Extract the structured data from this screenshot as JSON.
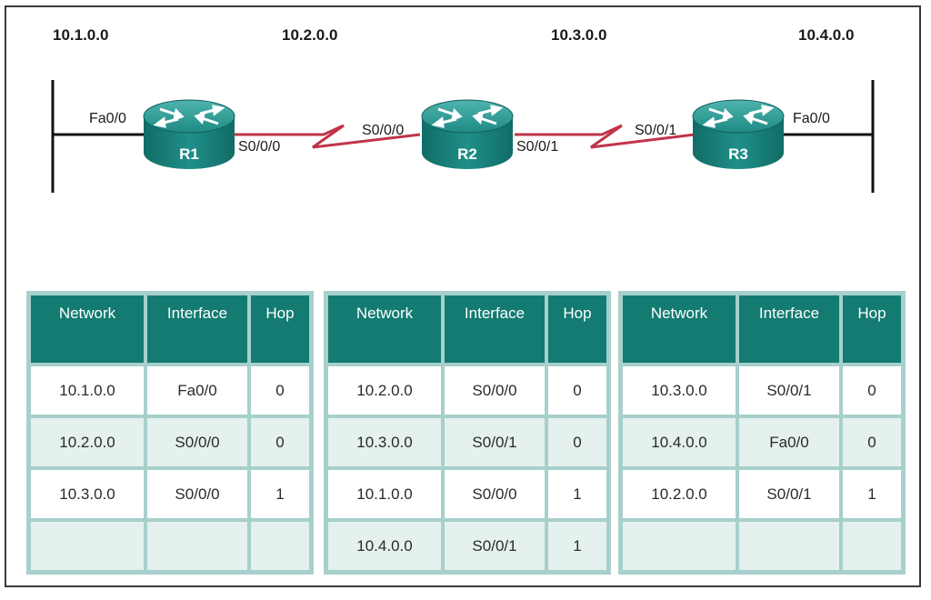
{
  "networks": {
    "n1": "10.1.0.0",
    "n2": "10.2.0.0",
    "n3": "10.3.0.0",
    "n4": "10.4.0.0"
  },
  "routers": [
    {
      "name": "R1",
      "left_if": "Fa0/0",
      "right_if": "S0/0/0"
    },
    {
      "name": "R2",
      "left_if": "S0/0/0",
      "right_if": "S0/0/1"
    },
    {
      "name": "R3",
      "left_if": "S0/0/1",
      "right_if": "Fa0/0"
    }
  ],
  "colors": {
    "header": "#137b72",
    "table_border": "#a7d0cc",
    "row_shade": "#e4f1ef",
    "serial_link": "#c0344a",
    "router_body": "#1c8a83"
  },
  "table_headers": {
    "network": "Network",
    "interface": "Interface",
    "hop": "Hop"
  },
  "tables": [
    {
      "router": "R1",
      "rows": [
        {
          "network": "10.1.0.0",
          "interface": "Fa0/0",
          "hop": "0"
        },
        {
          "network": "10.2.0.0",
          "interface": "S0/0/0",
          "hop": "0"
        },
        {
          "network": "10.3.0.0",
          "interface": "S0/0/0",
          "hop": "1"
        },
        {
          "network": "",
          "interface": "",
          "hop": ""
        }
      ]
    },
    {
      "router": "R2",
      "rows": [
        {
          "network": "10.2.0.0",
          "interface": "S0/0/0",
          "hop": "0"
        },
        {
          "network": "10.3.0.0",
          "interface": "S0/0/1",
          "hop": "0"
        },
        {
          "network": "10.1.0.0",
          "interface": "S0/0/0",
          "hop": "1"
        },
        {
          "network": "10.4.0.0",
          "interface": "S0/0/1",
          "hop": "1"
        }
      ]
    },
    {
      "router": "R3",
      "rows": [
        {
          "network": "10.3.0.0",
          "interface": "S0/0/1",
          "hop": "0"
        },
        {
          "network": "10.4.0.0",
          "interface": "Fa0/0",
          "hop": "0"
        },
        {
          "network": "10.2.0.0",
          "interface": "S0/0/1",
          "hop": "1"
        },
        {
          "network": "",
          "interface": "",
          "hop": ""
        }
      ]
    }
  ]
}
